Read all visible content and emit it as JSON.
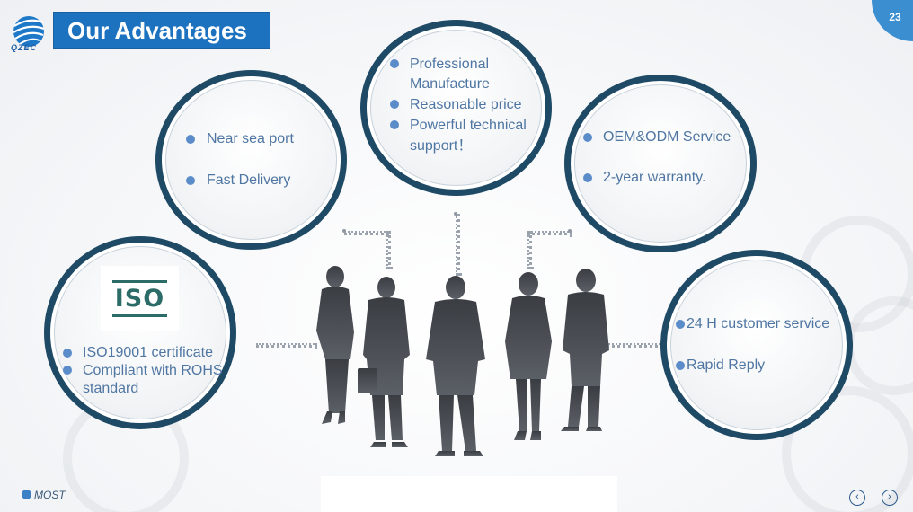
{
  "page_number": "23",
  "logo": {
    "text": "QZEC"
  },
  "title": "Our Advantages",
  "circles": {
    "top_center": [
      "Professional",
      "Manufacture",
      "Reasonable price",
      "Powerful technical",
      "support！"
    ],
    "upper_left": [
      "Near sea port",
      "Fast Delivery"
    ],
    "upper_right": [
      "OEM&ODM Service",
      "2-year warranty."
    ],
    "lower_left": {
      "badge": "ISO",
      "items": [
        "ISO19001 certificate",
        "Compliant with ROHS",
        "standard"
      ]
    },
    "lower_right": [
      "24 H customer service",
      "Rapid Reply"
    ]
  },
  "footer": {
    "brand": "MOST",
    "prev_icon": "chevron-left-icon",
    "next_icon": "chevron-right-icon"
  },
  "colors": {
    "accent": "#1d72c0",
    "ring": "#1f4a66",
    "text": "#4f76a2",
    "bullet": "#5a8cc9"
  }
}
